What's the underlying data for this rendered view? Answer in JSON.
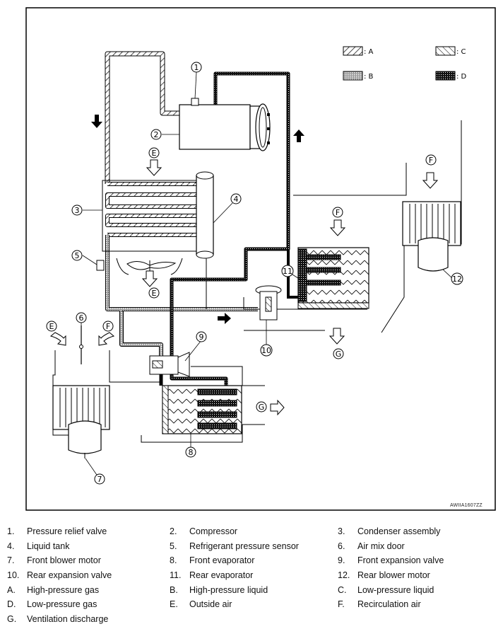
{
  "figure_code": "AWIIA1607ZZ",
  "pattern_legend": [
    {
      "key": "A",
      "label": ": A"
    },
    {
      "key": "B",
      "label": ": B"
    },
    {
      "key": "C",
      "label": ": C"
    },
    {
      "key": "D",
      "label": ": D"
    }
  ],
  "callouts": [
    "1",
    "2",
    "3",
    "4",
    "5",
    "6",
    "7",
    "8",
    "9",
    "10",
    "11",
    "12"
  ],
  "air_letters": {
    "E": "E",
    "F": "F",
    "G": "G"
  },
  "legend_rows": [
    [
      {
        "k": "1.",
        "v": "Pressure relief valve"
      },
      {
        "k": "2.",
        "v": "Compressor"
      },
      {
        "k": "3.",
        "v": "Condenser assembly"
      }
    ],
    [
      {
        "k": "4.",
        "v": "Liquid tank"
      },
      {
        "k": "5.",
        "v": "Refrigerant pressure sensor"
      },
      {
        "k": "6.",
        "v": "Air mix door"
      }
    ],
    [
      {
        "k": "7.",
        "v": "Front blower motor"
      },
      {
        "k": "8.",
        "v": "Front evaporator"
      },
      {
        "k": "9.",
        "v": "Front expansion valve"
      }
    ],
    [
      {
        "k": "10.",
        "v": "Rear expansion valve"
      },
      {
        "k": "11.",
        "v": "Rear evaporator"
      },
      {
        "k": "12.",
        "v": "Rear blower motor"
      }
    ],
    [
      {
        "k": "A.",
        "v": "High-pressure gas"
      },
      {
        "k": "B.",
        "v": "High-pressure liquid"
      },
      {
        "k": "C.",
        "v": "Low-pressure liquid"
      }
    ],
    [
      {
        "k": "D.",
        "v": "Low-pressure gas"
      },
      {
        "k": "E.",
        "v": "Outside air"
      },
      {
        "k": "F.",
        "v": "Recirculation air"
      }
    ],
    [
      {
        "k": "G.",
        "v": "Ventilation discharge"
      },
      {
        "k": "",
        "v": ""
      },
      {
        "k": "",
        "v": ""
      }
    ]
  ]
}
